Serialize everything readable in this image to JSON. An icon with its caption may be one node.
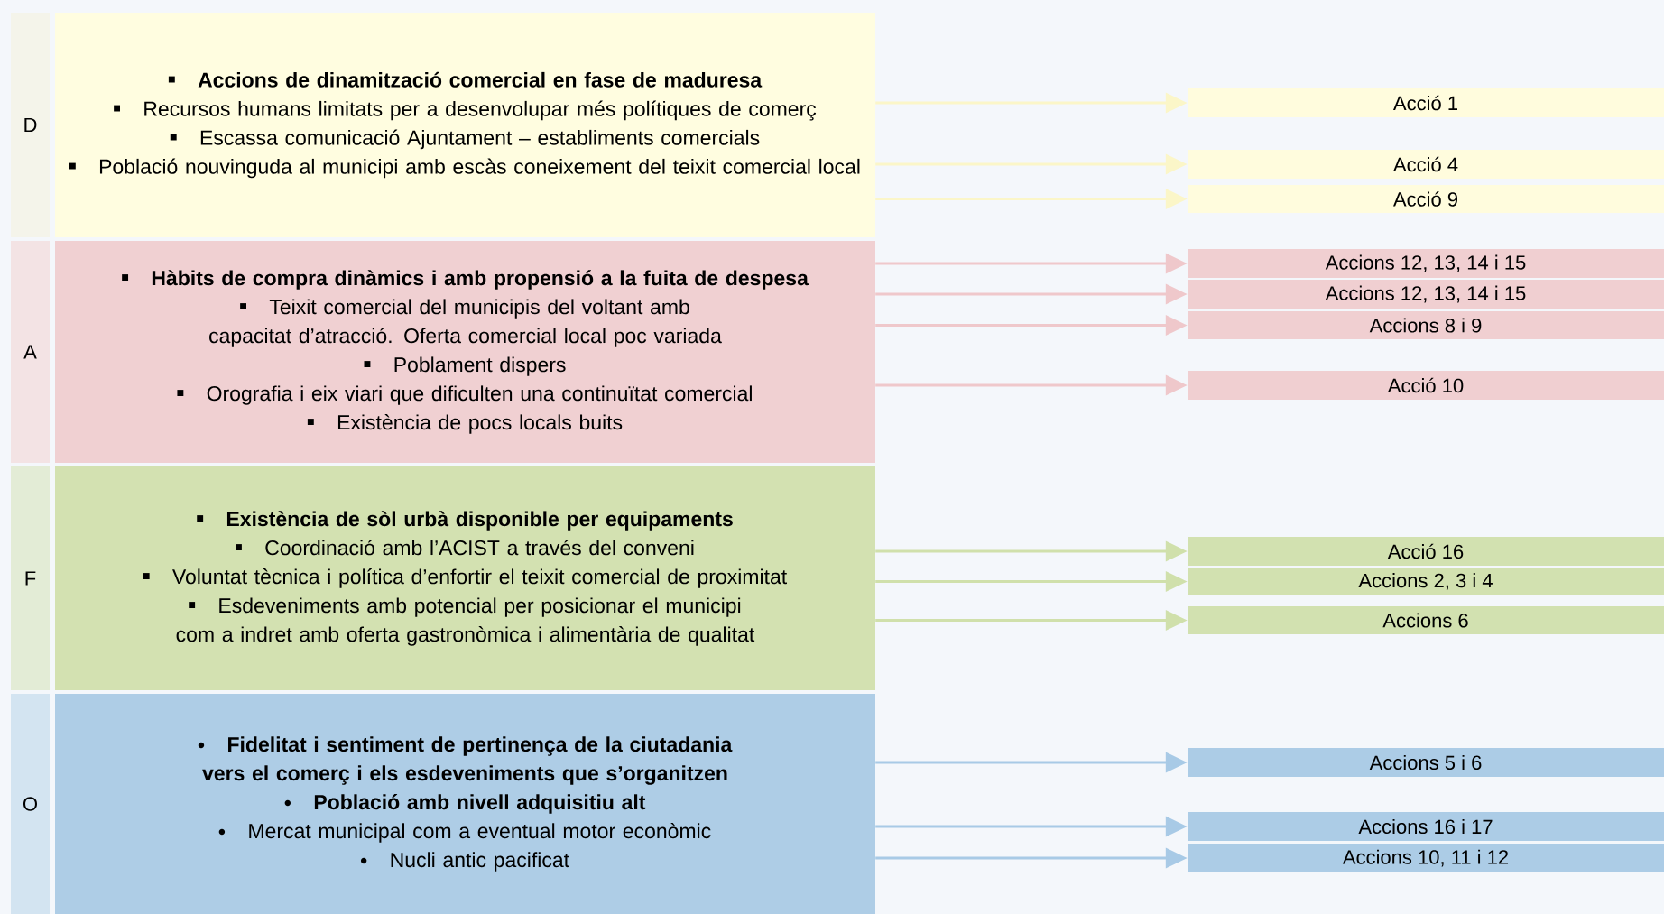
{
  "diagram": {
    "nodes": [
      {
        "text": [
          "D"
        ]
      },
      {
        "text": [
          "Accions de dinamització comercial en fase de maduresa",
          "Recursos humans limitats per a desenvolupar més polítiques de comerç",
          "Escassa comunicació Ajuntament – establiments comercials",
          "Població nouvinguda al municipi amb escàs coneixement del teixit comercial local"
        ]
      },
      {
        "text": [
          "Acció 1"
        ]
      },
      {
        "text": [
          "Acció 4"
        ]
      },
      {
        "text": [
          "Acció 9"
        ]
      },
      {
        "text": [
          "A"
        ]
      },
      {
        "text": [
          "Hàbits de compra dinàmics i amb propensió a la fuita de despesa",
          "Teixit comercial del municipis del voltant amb capacitat d’atracció. Oferta comercial local poc variada",
          "Poblament dispers",
          "Orografia i eix viari que dificulten una continuïtat comercial",
          "Existència de pocs locals buits"
        ]
      },
      {
        "text": [
          "Accions 12, 13, 14 i 15"
        ]
      },
      {
        "text": [
          "Accions 12, 13, 14 i 15"
        ]
      },
      {
        "text": [
          "Accions 8 i 9"
        ]
      },
      {
        "text": [
          "Acció 10"
        ]
      },
      {
        "text": [
          "F"
        ]
      },
      {
        "text": [
          "Existència de sòl urbà disponible per equipaments",
          "Coordinació amb l’ACIST a través del conveni",
          "Voluntat tècnica i política d’enfortir el teixit comercial de proximitat",
          "Esdeveniments amb potencial per posicionar el municipi com a indret amb oferta gastronòmica i alimentària de qualitat"
        ]
      },
      {
        "text": [
          "Acció 16"
        ]
      },
      {
        "text": [
          "Accions 2, 3 i 4"
        ]
      },
      {
        "text": [
          "Accions 6"
        ]
      },
      {
        "text": [
          "O"
        ]
      },
      {
        "text": [
          "Fidelitat i sentiment de pertinença de la ciutadania vers el comerç i els esdeveniments que s’organitzen",
          "Població amb nivell adquisitiu alt",
          "Mercat municipal com a eventual motor econòmic",
          "Nucli antic pacificat"
        ]
      },
      {
        "text": [
          "Accions 5 i 6"
        ]
      },
      {
        "text": [
          "Accions 16 i 17"
        ]
      },
      {
        "text": [
          "Accions 10, 11 i 12"
        ]
      }
    ],
    "edges": [
      {
        "from": 1,
        "to": 2,
        "arrow": "to",
        "color": "#fbf6c8"
      },
      {
        "from": 1,
        "to": 3,
        "arrow": "to",
        "color": "#fbf6c8"
      },
      {
        "from": 1,
        "to": 4,
        "arrow": "to",
        "color": "#fbf6c8"
      },
      {
        "from": 6,
        "to": 7,
        "arrow": "to",
        "color": "#efc8cb"
      },
      {
        "from": 6,
        "to": 8,
        "arrow": "to",
        "color": "#efc8cb"
      },
      {
        "from": 6,
        "to": 9,
        "arrow": "to",
        "color": "#efc8cb"
      },
      {
        "from": 6,
        "to": 10,
        "arrow": "to",
        "color": "#efc8cb"
      },
      {
        "from": 12,
        "to": 13,
        "arrow": "to",
        "color": "#d0e0ab"
      },
      {
        "from": 12,
        "to": 14,
        "arrow": "to",
        "color": "#d0e0ab"
      },
      {
        "from": 12,
        "to": 15,
        "arrow": "to",
        "color": "#d0e0ab"
      },
      {
        "from": 17,
        "to": 18,
        "arrow": "to",
        "color": "#a8cae6"
      },
      {
        "from": 17,
        "to": 19,
        "arrow": "to",
        "color": "#a8cae6"
      },
      {
        "from": 17,
        "to": 20,
        "arrow": "to",
        "color": "#a8cae6"
      }
    ]
  }
}
